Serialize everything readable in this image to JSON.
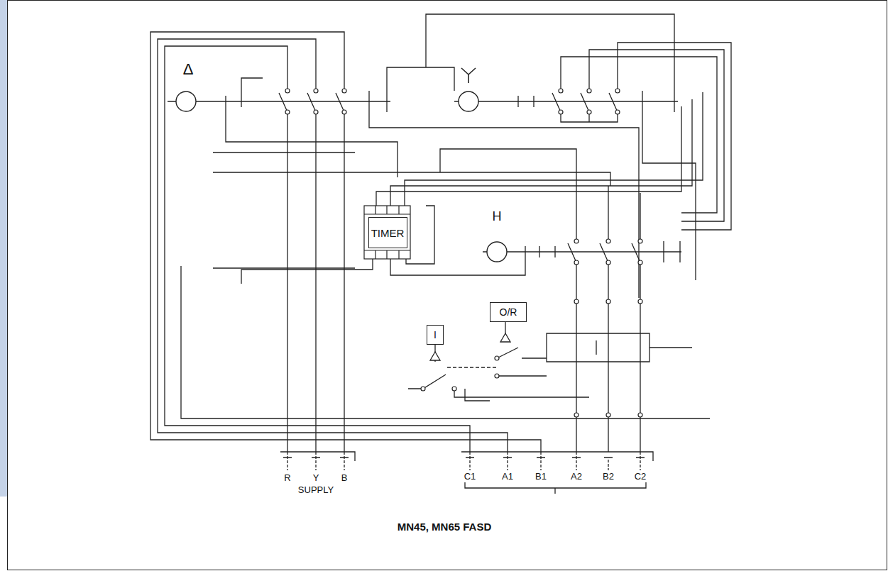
{
  "diagram": {
    "caption": "MN45, MN65 FASD",
    "nodes": [
      {
        "text": [
          "TIMER"
        ]
      },
      {
        "text": [
          "O/R"
        ]
      },
      {
        "text": [
          "I"
        ]
      }
    ],
    "labels": [
      "Δ",
      "H",
      "R",
      "Y",
      "B",
      "SUPPLY",
      "C1",
      "A1",
      "B1",
      "A2",
      "B2",
      "C2"
    ]
  }
}
